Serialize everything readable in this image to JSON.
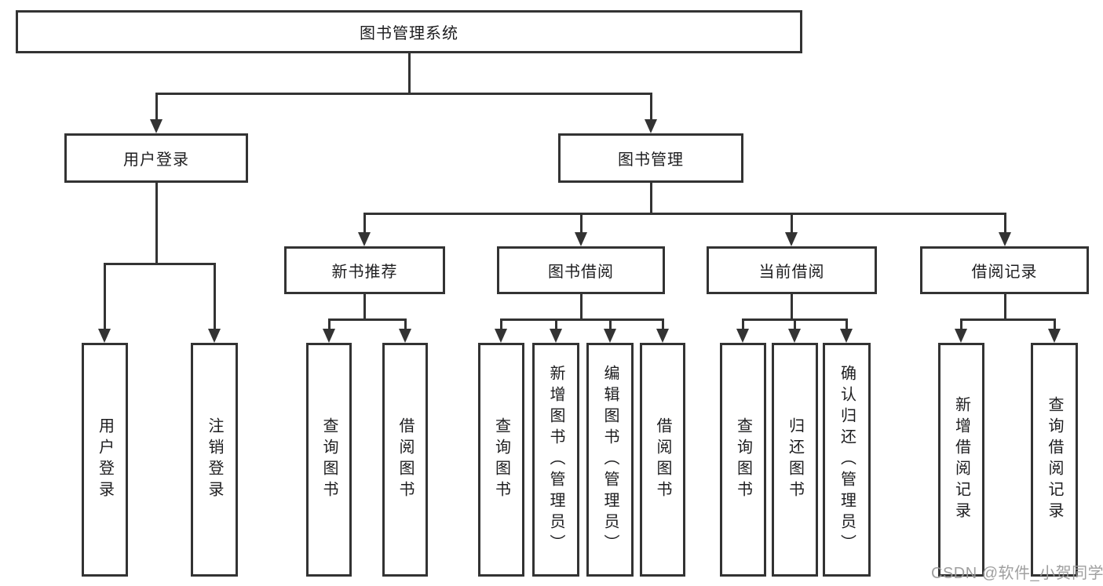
{
  "tree": {
    "label": "图书管理系统",
    "children": [
      {
        "label": "用户登录",
        "children": [
          {
            "label": "用户登录"
          },
          {
            "label": "注销登录"
          }
        ]
      },
      {
        "label": "图书管理",
        "children": [
          {
            "label": "新书推荐",
            "children": [
              {
                "label": "查询图书"
              },
              {
                "label": "借阅图书"
              }
            ]
          },
          {
            "label": "图书借阅",
            "children": [
              {
                "label": "查询图书"
              },
              {
                "label": "新增图书（管理员）"
              },
              {
                "label": "编辑图书（管理员）"
              },
              {
                "label": "借阅图书"
              }
            ]
          },
          {
            "label": "当前借阅",
            "children": [
              {
                "label": "查询图书"
              },
              {
                "label": "归还图书"
              },
              {
                "label": "确认归还（管理员）"
              }
            ]
          },
          {
            "label": "借阅记录",
            "children": [
              {
                "label": "新增借阅记录"
              },
              {
                "label": "查询借阅记录"
              }
            ]
          }
        ]
      }
    ]
  },
  "watermark": {
    "text": "CSDN @软件_小贺同学"
  },
  "colors": {
    "line": "#333333",
    "box_border": "#333333",
    "text": "#1d1d1f",
    "background": "#ffffff",
    "watermark": "#9a9a9a"
  }
}
